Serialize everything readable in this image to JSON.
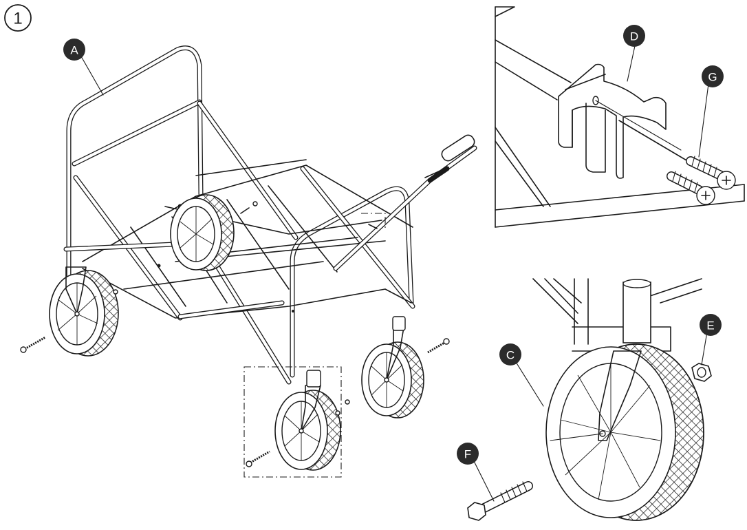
{
  "step_number": "1",
  "callouts": {
    "a": "A",
    "c": "C",
    "d": "D",
    "e": "E",
    "f": "F",
    "g": "G"
  },
  "colors": {
    "line": "#1a1a1a",
    "badge": "#2b2b2b",
    "background": "#ffffff"
  }
}
